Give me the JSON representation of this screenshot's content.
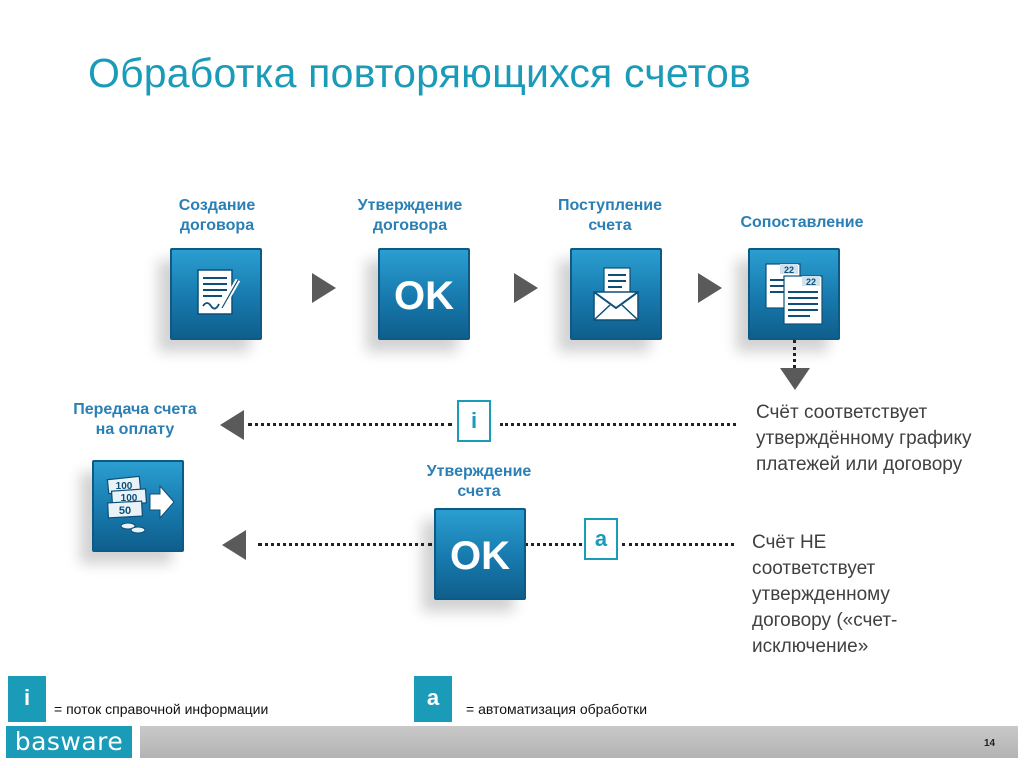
{
  "title": "Обработка повторяющихся счетов",
  "steps": [
    {
      "label_line1": "Создание",
      "label_line2": "договора",
      "icon": "contract-document-icon"
    },
    {
      "label_line1": "Утверждение",
      "label_line2": "договора",
      "icon": "ok-icon"
    },
    {
      "label_line1": "Поступление",
      "label_line2": "счета",
      "icon": "envelope-invoice-icon"
    },
    {
      "label_line1": "Сопоставление",
      "label_line2": "",
      "icon": "matching-documents-icon"
    }
  ],
  "payment": {
    "label_line1": "Передача счета",
    "label_line2": "на оплату",
    "icon": "money-transfer-icon"
  },
  "approval": {
    "label_line1": "Утверждение",
    "label_line2": "счета",
    "icon": "ok-icon"
  },
  "icon_texts": {
    "ok": "OK",
    "bill_100a": "100",
    "bill_100b": "100",
    "bill_50": "50",
    "doc_22a": "22",
    "doc_22b": "22"
  },
  "match_text": [
    "Счёт соответствует",
    "утверждённому графику",
    "платежей или договору"
  ],
  "mismatch_text": [
    "Счёт НЕ",
    "соответствует",
    "утвержденному",
    "договору («счет-",
    "исключение»"
  ],
  "badges": {
    "info": "i",
    "auto": "a"
  },
  "legend": {
    "info_badge": "i",
    "info_text": "= поток справочной информации",
    "auto_badge": "a",
    "auto_text": "= автоматизация обработки"
  },
  "footer": {
    "logo": "basware",
    "page_number": "14"
  },
  "colors": {
    "accent": "#1a9bb8",
    "tile": "#1779ad",
    "label": "#2a7fb5",
    "arrow": "#5a5a5a",
    "band": "#bdbdbd"
  }
}
